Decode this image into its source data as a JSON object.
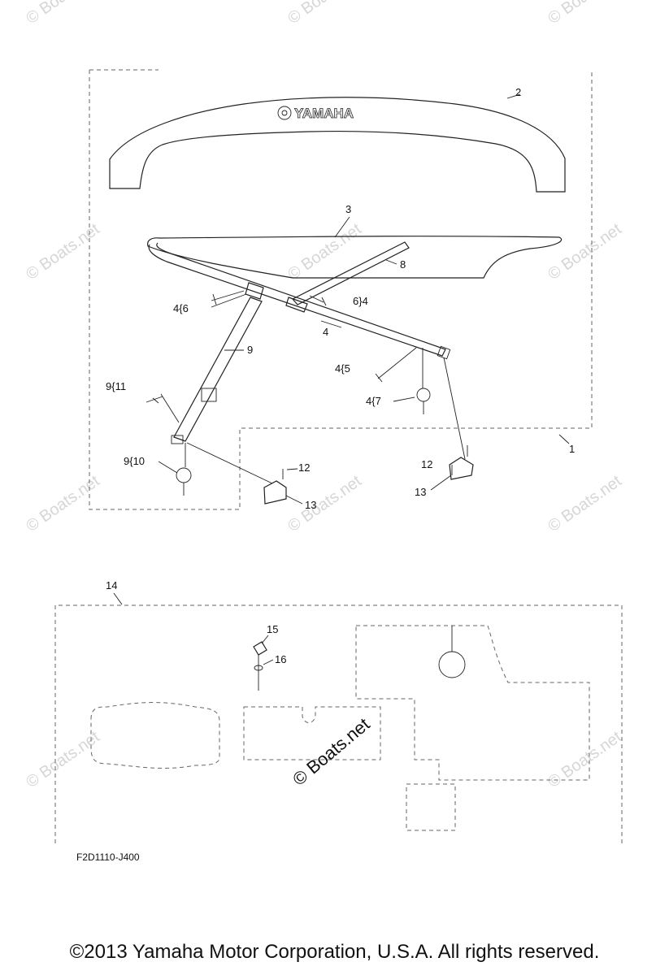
{
  "watermark": "© Boats.net",
  "center_watermark": "© Boats.net",
  "logo_text": "YAMAHA",
  "callouts": {
    "c1": "1",
    "c2": "2",
    "c3": "3",
    "c4": "4",
    "c8": "8",
    "c9": "9",
    "c4_6": "4{6",
    "c6_4": "6}4",
    "c4_5": "4{5",
    "c4_7": "4{7",
    "c9_11": "9{11",
    "c9_10": "9{10",
    "c12a": "12",
    "c12b": "12",
    "c13a": "13",
    "c13b": "13",
    "c14": "14",
    "c15": "15",
    "c16": "16"
  },
  "diagram_code": "F2D1110-J400",
  "copyright": "©2013 Yamaha Motor Corporation, U.S.A. All rights reserved."
}
